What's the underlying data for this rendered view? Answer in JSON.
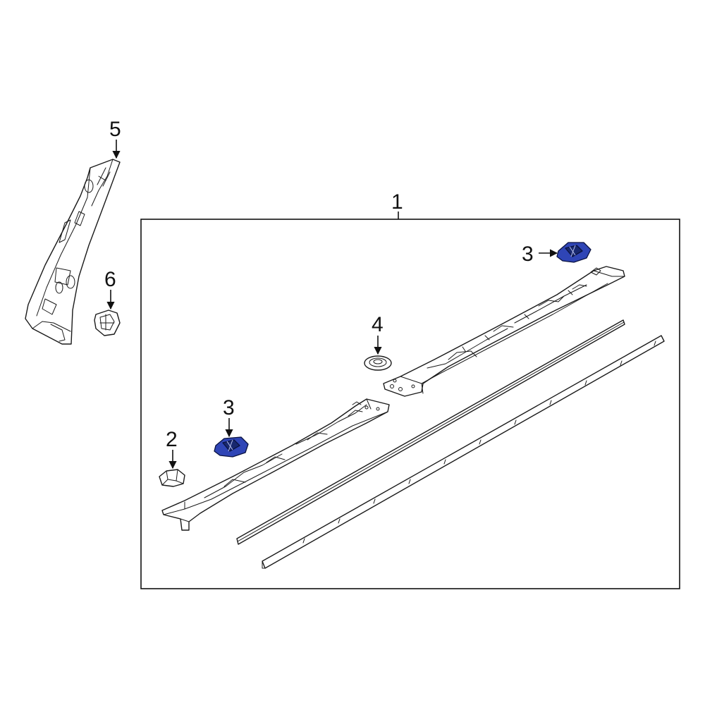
{
  "colors": {
    "line": "#1a1a1a",
    "highlight": "#2f45b6",
    "highlight_dark": "#18286f",
    "background": "#ffffff"
  },
  "callouts": {
    "c1": "1",
    "c2": "2",
    "c3a": "3",
    "c3b": "3",
    "c4": "4",
    "c5": "5",
    "c6": "6"
  }
}
